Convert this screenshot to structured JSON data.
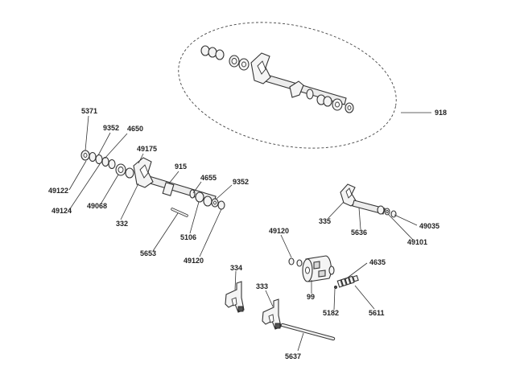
{
  "diagram": {
    "callouts": [
      {
        "id": "918"
      },
      {
        "id": "5371"
      },
      {
        "id": "9352",
        "group": "left"
      },
      {
        "id": "4650"
      },
      {
        "id": "49175"
      },
      {
        "id": "915"
      },
      {
        "id": "4655"
      },
      {
        "id": "9352",
        "group": "right"
      },
      {
        "id": "49122"
      },
      {
        "id": "49124"
      },
      {
        "id": "49068"
      },
      {
        "id": "332"
      },
      {
        "id": "5106"
      },
      {
        "id": "49120",
        "group": "lower-left"
      },
      {
        "id": "5653"
      },
      {
        "id": "335"
      },
      {
        "id": "5636"
      },
      {
        "id": "49035"
      },
      {
        "id": "49101"
      },
      {
        "id": "49120",
        "group": "drum"
      },
      {
        "id": "4635"
      },
      {
        "id": "99"
      },
      {
        "id": "5182"
      },
      {
        "id": "5611"
      },
      {
        "id": "334"
      },
      {
        "id": "333"
      },
      {
        "id": "5637"
      }
    ]
  }
}
